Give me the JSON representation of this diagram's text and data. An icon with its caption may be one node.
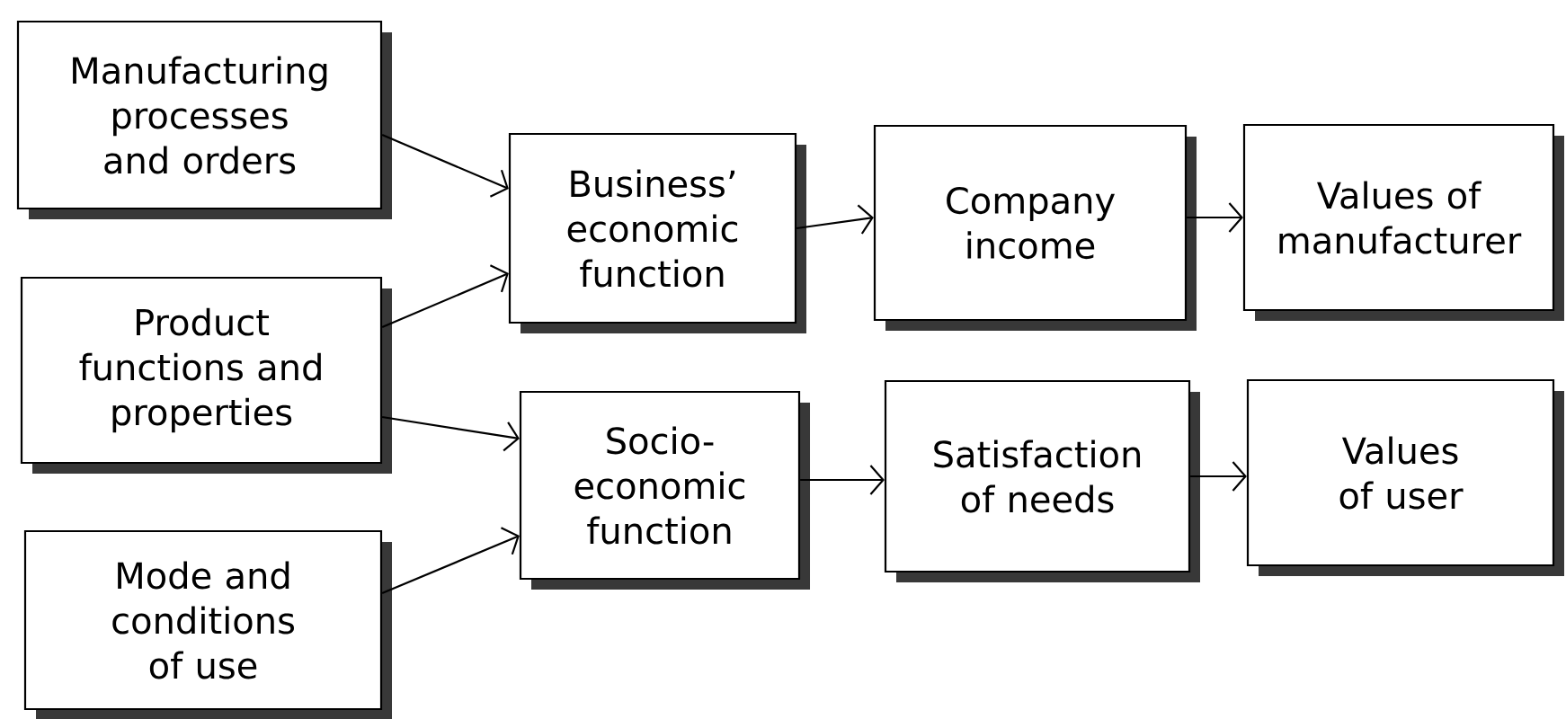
{
  "diagram": {
    "nodes": [
      {
        "text": [
          "Manufacturing processes and orders"
        ]
      },
      {
        "text": [
          "Product functions and properties"
        ]
      },
      {
        "text": [
          "Mode and conditions of use"
        ]
      },
      {
        "text": [
          "Business’ economic function"
        ]
      },
      {
        "text": [
          "Socio- economic function"
        ]
      },
      {
        "text": [
          "Company income"
        ]
      },
      {
        "text": [
          "Values of manufacturer"
        ]
      },
      {
        "text": [
          "Satisfaction of needs"
        ]
      },
      {
        "text": [
          "Values of user"
        ]
      }
    ],
    "edges": [
      {
        "from": 0,
        "to": 3,
        "arrow": "to"
      },
      {
        "from": 1,
        "to": 3,
        "arrow": "to"
      },
      {
        "from": 1,
        "to": 4,
        "arrow": "to"
      },
      {
        "from": 2,
        "to": 4,
        "arrow": "to"
      },
      {
        "from": 3,
        "to": 5,
        "arrow": "to"
      },
      {
        "from": 5,
        "to": 6,
        "arrow": "to"
      },
      {
        "from": 4,
        "to": 7,
        "arrow": "to"
      },
      {
        "from": 7,
        "to": 8,
        "arrow": "to"
      }
    ]
  }
}
